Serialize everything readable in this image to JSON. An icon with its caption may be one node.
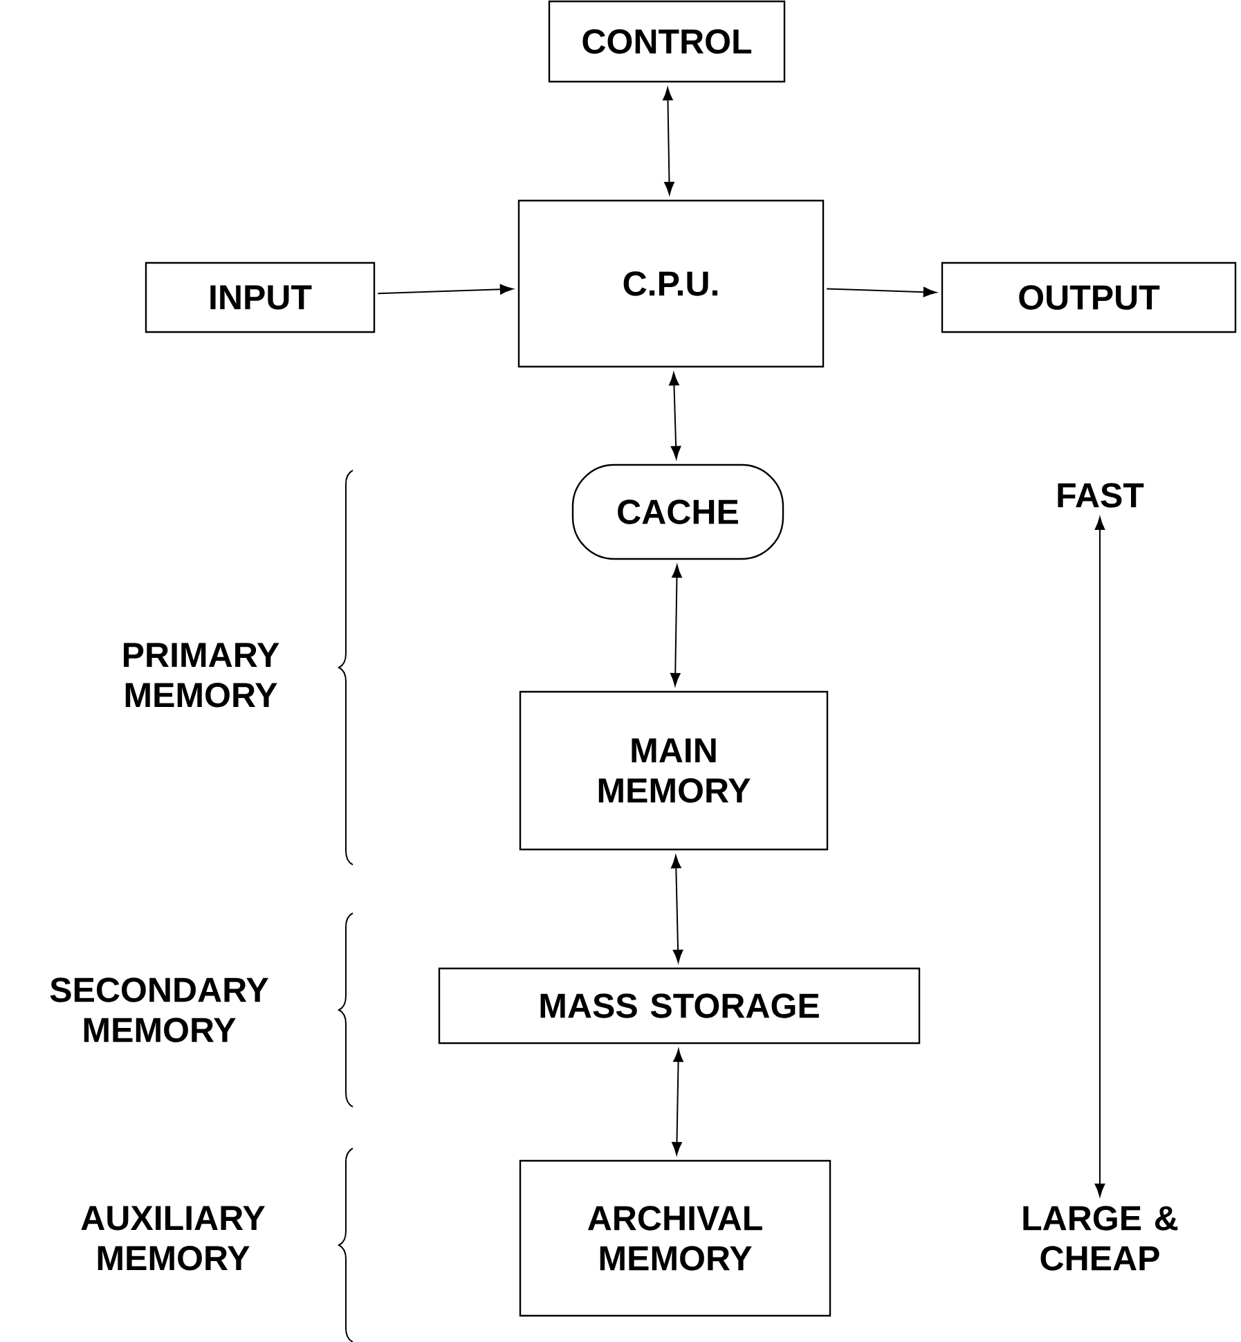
{
  "diagram": {
    "nodes": [
      {
        "text": [
          "CONTROL"
        ]
      },
      {
        "text": [
          "INPUT"
        ]
      },
      {
        "text": [
          "C.P.U."
        ]
      },
      {
        "text": [
          "OUTPUT"
        ]
      },
      {
        "text": [
          "CACHE"
        ]
      },
      {
        "text": [
          "MAIN MEMORY"
        ]
      },
      {
        "text": [
          "MASS STORAGE"
        ]
      },
      {
        "text": [
          "ARCHIVAL MEMORY"
        ]
      },
      {
        "text": [
          "FAST"
        ]
      },
      {
        "text": [
          "LARGE & CHEAP"
        ]
      }
    ],
    "edges": [
      {
        "from": 0,
        "to": 2,
        "arrow": "both"
      },
      {
        "from": 1,
        "to": 2,
        "arrow": "to"
      },
      {
        "from": 2,
        "to": 3,
        "arrow": "to"
      },
      {
        "from": 2,
        "to": 4,
        "arrow": "both"
      },
      {
        "from": 4,
        "to": 5,
        "arrow": "both"
      },
      {
        "from": 5,
        "to": 6,
        "arrow": "both"
      },
      {
        "from": 6,
        "to": 7,
        "arrow": "both"
      },
      {
        "from": 8,
        "to": 9,
        "arrow": "both"
      }
    ],
    "labels": [
      "PRIMARY MEMORY",
      "SECONDARY MEMORY",
      "AUXILIARY MEMORY"
    ]
  }
}
